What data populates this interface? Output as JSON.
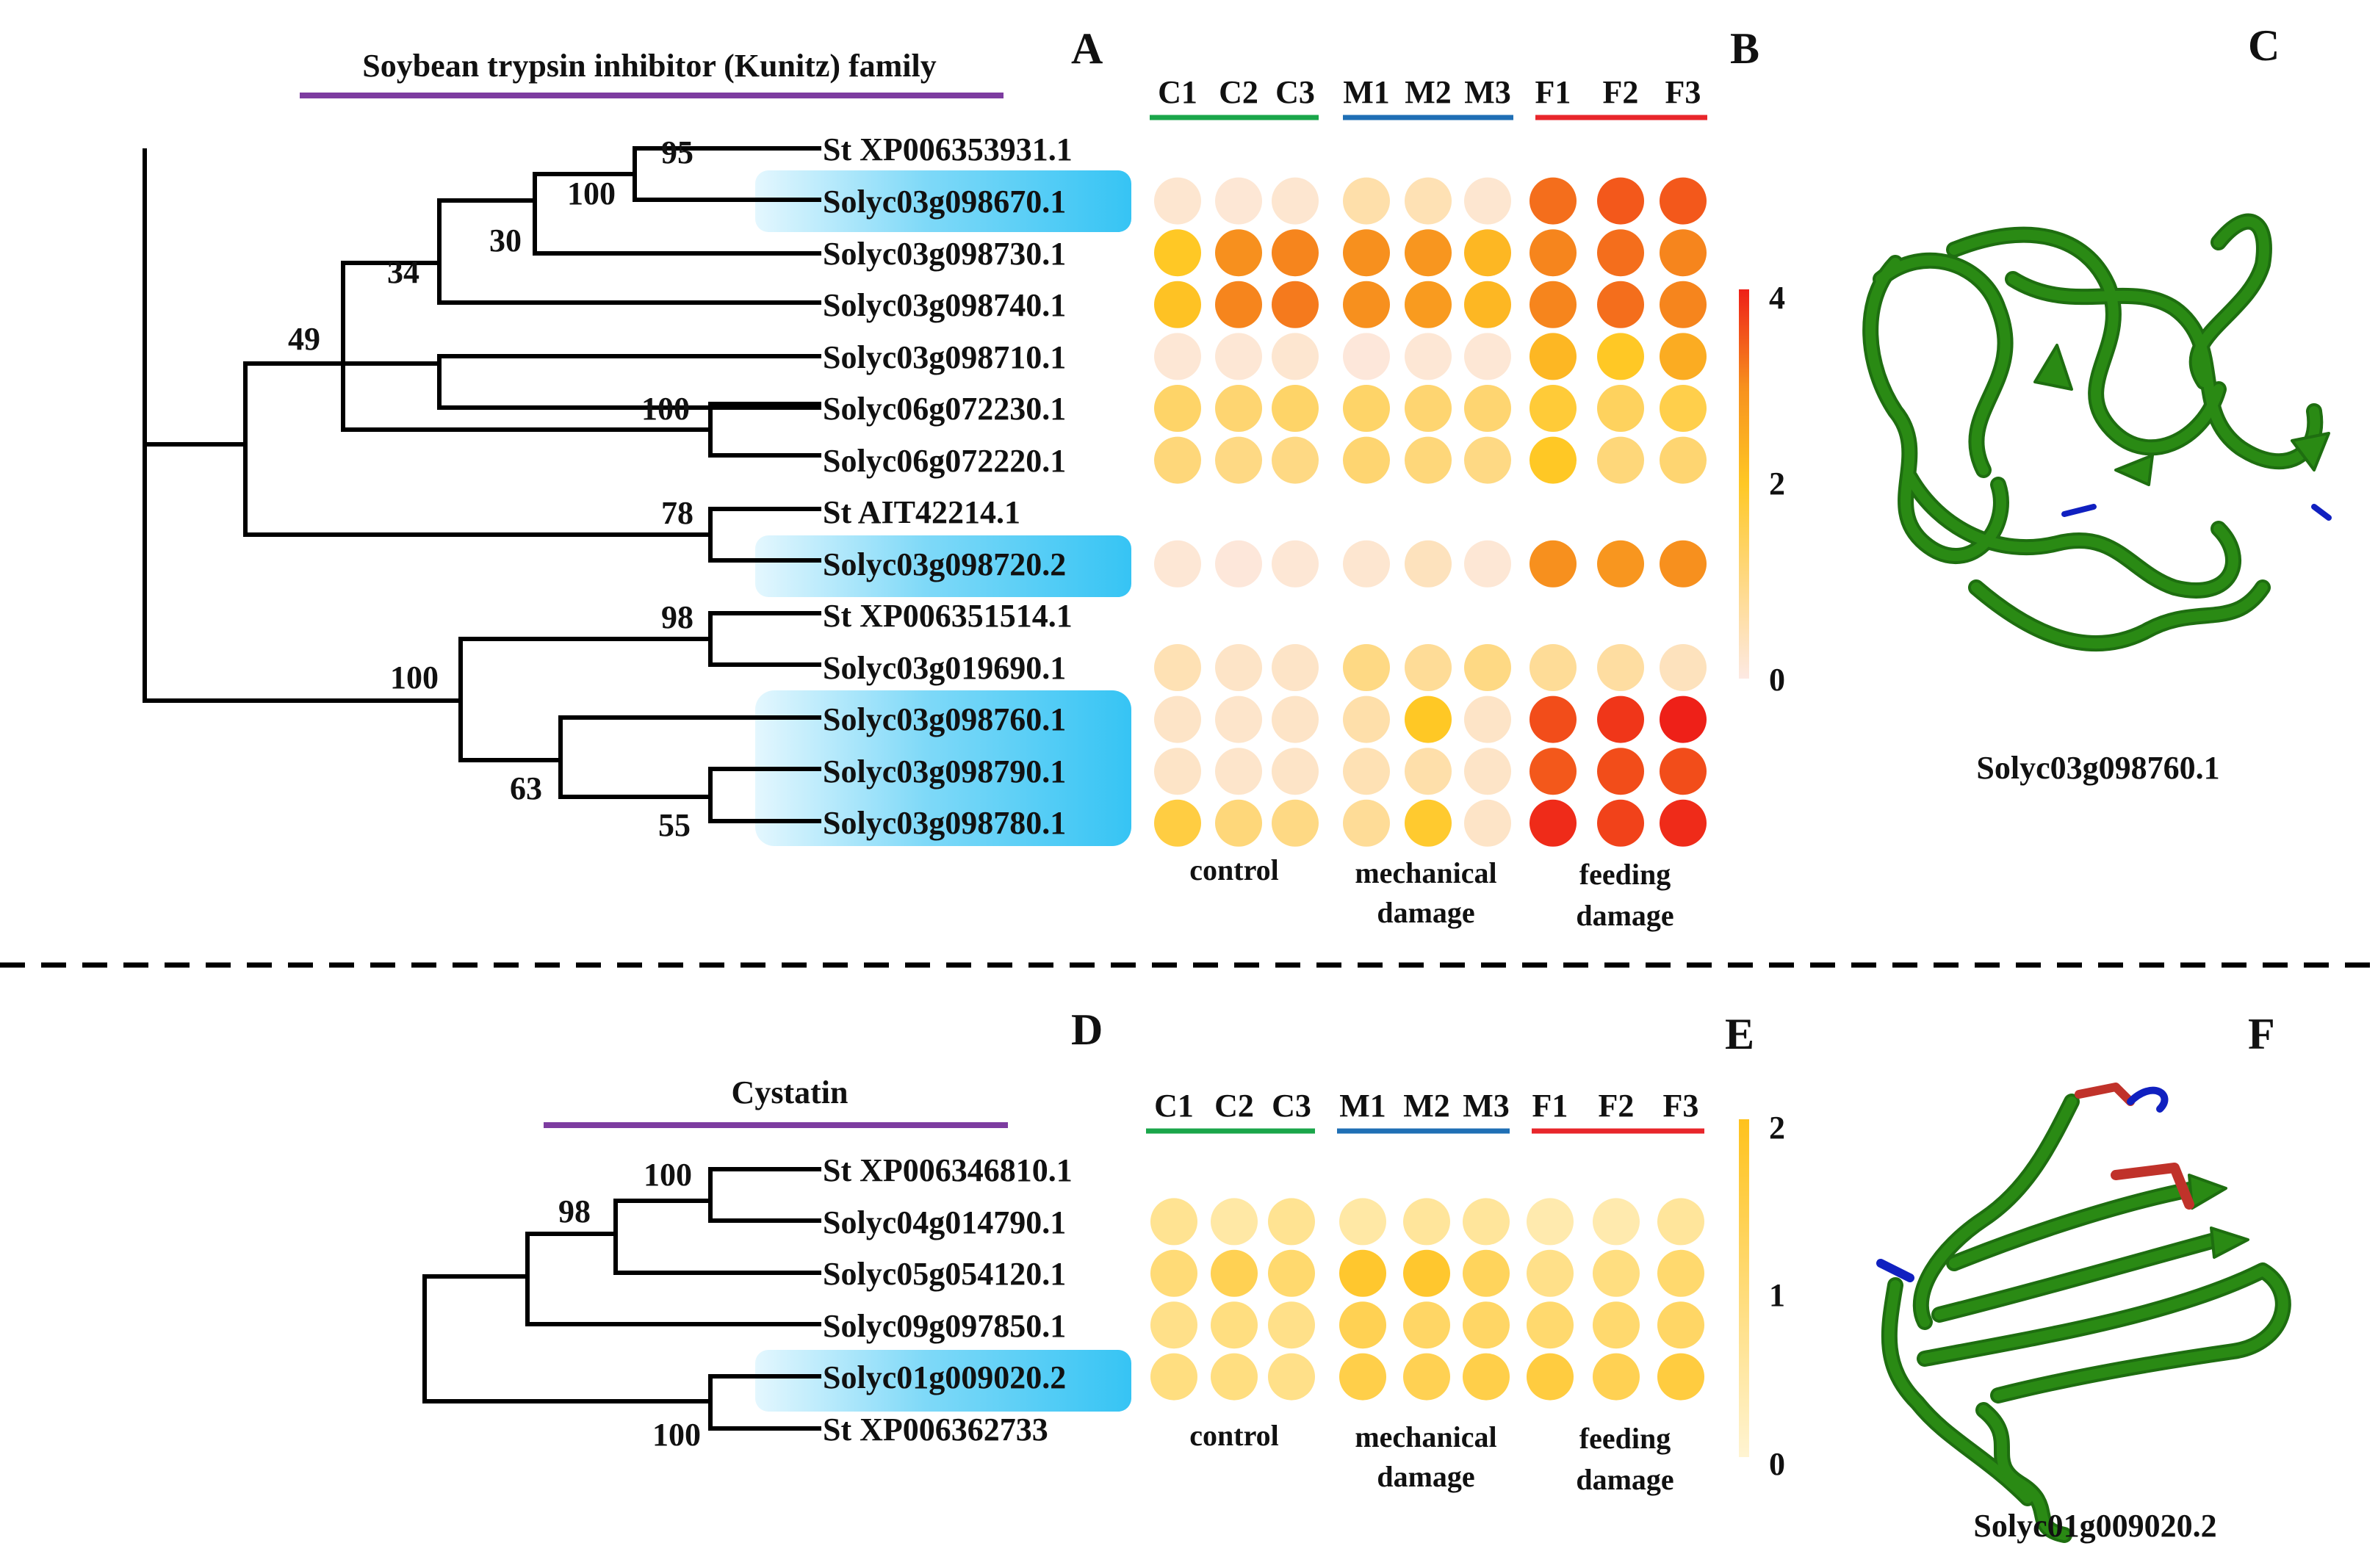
{
  "panels": {
    "A": "A",
    "B": "B",
    "C": "C",
    "D": "D",
    "E": "E",
    "F": "F"
  },
  "kunitz": {
    "family_title": "Soybean trypsin inhibitor (Kunitz) family",
    "genes": [
      "St XP006353931.1",
      "Solyc03g098670.1",
      "Solyc03g098730.1",
      "Solyc03g098740.1",
      "Solyc03g098710.1",
      "Solyc06g072230.1",
      "Solyc06g072220.1",
      "St AIT42214.1",
      "Solyc03g098720.2",
      "St XP006351514.1",
      "Solyc03g019690.1",
      "Solyc03g098760.1",
      "Solyc03g098790.1",
      "Solyc03g098780.1"
    ],
    "highlighted": [
      "Solyc03g098670.1",
      "Solyc03g098720.2",
      "Solyc03g098760.1",
      "Solyc03g098790.1",
      "Solyc03g098780.1"
    ],
    "bootstrap": [
      "95",
      "100",
      "30",
      "34",
      "49",
      "100",
      "78",
      "98",
      "100",
      "63",
      "55"
    ],
    "structure_label": "Solyc03g098760.1",
    "heatmap": {
      "columns": [
        "C1",
        "C2",
        "C3",
        "M1",
        "M2",
        "M3",
        "F1",
        "F2",
        "F3"
      ],
      "groups": [
        {
          "label_1": "control",
          "label_2": ""
        },
        {
          "label_1": "mechanical",
          "label_2": "damage"
        },
        {
          "label_1": "feeding",
          "label_2": "damage"
        }
      ],
      "legend_ticks": [
        "4",
        "2",
        "0"
      ],
      "scale_max": 4,
      "rows": [
        {
          "gene": "Solyc03g098670.1",
          "values": [
            0.2,
            0.15,
            0.2,
            0.6,
            0.5,
            0.2,
            3.3,
            3.5,
            3.5
          ]
        },
        {
          "gene": "Solyc03g098730.1",
          "values": [
            2.0,
            3.0,
            3.1,
            3.0,
            2.9,
            2.3,
            3.1,
            3.3,
            3.1
          ]
        },
        {
          "gene": "Solyc03g098740.1",
          "values": [
            2.1,
            3.1,
            3.2,
            3.0,
            2.8,
            2.3,
            3.1,
            3.3,
            3.1
          ]
        },
        {
          "gene": "Solyc03g098710.1",
          "values": [
            0.15,
            0.15,
            0.2,
            0.1,
            0.15,
            0.15,
            2.3,
            2.0,
            2.5
          ]
        },
        {
          "gene": "Solyc06g072230.1",
          "values": [
            1.3,
            1.2,
            1.3,
            1.3,
            1.2,
            1.2,
            1.8,
            1.4,
            1.6
          ]
        },
        {
          "gene": "Solyc06g072220.1",
          "values": [
            1.1,
            1.0,
            1.0,
            1.2,
            1.1,
            1.0,
            2.0,
            1.1,
            1.2
          ]
        },
        {
          "gene": "Solyc03g098720.2",
          "values": [
            0.15,
            0.1,
            0.15,
            0.2,
            0.4,
            0.15,
            3.0,
            2.9,
            3.0
          ]
        },
        {
          "gene": "Solyc03g019690.1",
          "values": [
            0.5,
            0.3,
            0.3,
            1.0,
            0.8,
            1.0,
            0.8,
            0.7,
            0.4
          ]
        },
        {
          "gene": "Solyc03g098760.1",
          "values": [
            0.3,
            0.25,
            0.3,
            0.6,
            2.0,
            0.3,
            3.6,
            3.8,
            4.0
          ]
        },
        {
          "gene": "Solyc03g098790.1",
          "values": [
            0.3,
            0.25,
            0.3,
            0.5,
            0.6,
            0.3,
            3.5,
            3.6,
            3.6
          ]
        },
        {
          "gene": "Solyc03g098780.1",
          "values": [
            1.7,
            1.1,
            1.0,
            0.8,
            1.9,
            0.3,
            3.9,
            3.7,
            3.9
          ]
        }
      ]
    }
  },
  "cystatin": {
    "family_title": "Cystatin",
    "genes": [
      "St XP006346810.1",
      "Solyc04g014790.1",
      "Solyc05g054120.1",
      "Solyc09g097850.1",
      "Solyc01g009020.2",
      "St XP006362733"
    ],
    "highlighted": [
      "Solyc01g009020.2"
    ],
    "bootstrap": [
      "100",
      "98",
      "100"
    ],
    "structure_label": "Solyc01g009020.2",
    "heatmap": {
      "columns": [
        "C1",
        "C2",
        "C3",
        "M1",
        "M2",
        "M3",
        "F1",
        "F2",
        "F3"
      ],
      "groups": [
        {
          "label_1": "control",
          "label_2": ""
        },
        {
          "label_1": "mechanical",
          "label_2": "damage"
        },
        {
          "label_1": "feeding",
          "label_2": "damage"
        }
      ],
      "legend_ticks": [
        "2",
        "1",
        "0"
      ],
      "scale_max": 2,
      "rows": [
        {
          "gene": "Solyc04g014790.1",
          "values": [
            0.7,
            0.5,
            0.7,
            0.5,
            0.6,
            0.6,
            0.4,
            0.4,
            0.6
          ]
        },
        {
          "gene": "Solyc05g054120.1",
          "values": [
            1.0,
            1.4,
            1.1,
            1.8,
            1.8,
            1.3,
            0.8,
            0.9,
            1.1
          ]
        },
        {
          "gene": "Solyc09g097850.1",
          "values": [
            0.8,
            0.9,
            0.8,
            1.4,
            1.2,
            1.2,
            1.1,
            1.1,
            1.2
          ]
        },
        {
          "gene": "Solyc01g009020.2",
          "values": [
            0.9,
            0.9,
            0.8,
            1.5,
            1.4,
            1.5,
            1.6,
            1.4,
            1.6
          ]
        }
      ]
    }
  },
  "colors": {
    "control": "#1aa64a",
    "mechanical": "#1f6fb5",
    "feeding": "#e8262b",
    "family_bar": "#7d3ca0",
    "highlight": "#3cc8f5",
    "protein_green": "#2a8a14",
    "protein_blue": "#1020c0",
    "protein_red": "#c0322a"
  }
}
